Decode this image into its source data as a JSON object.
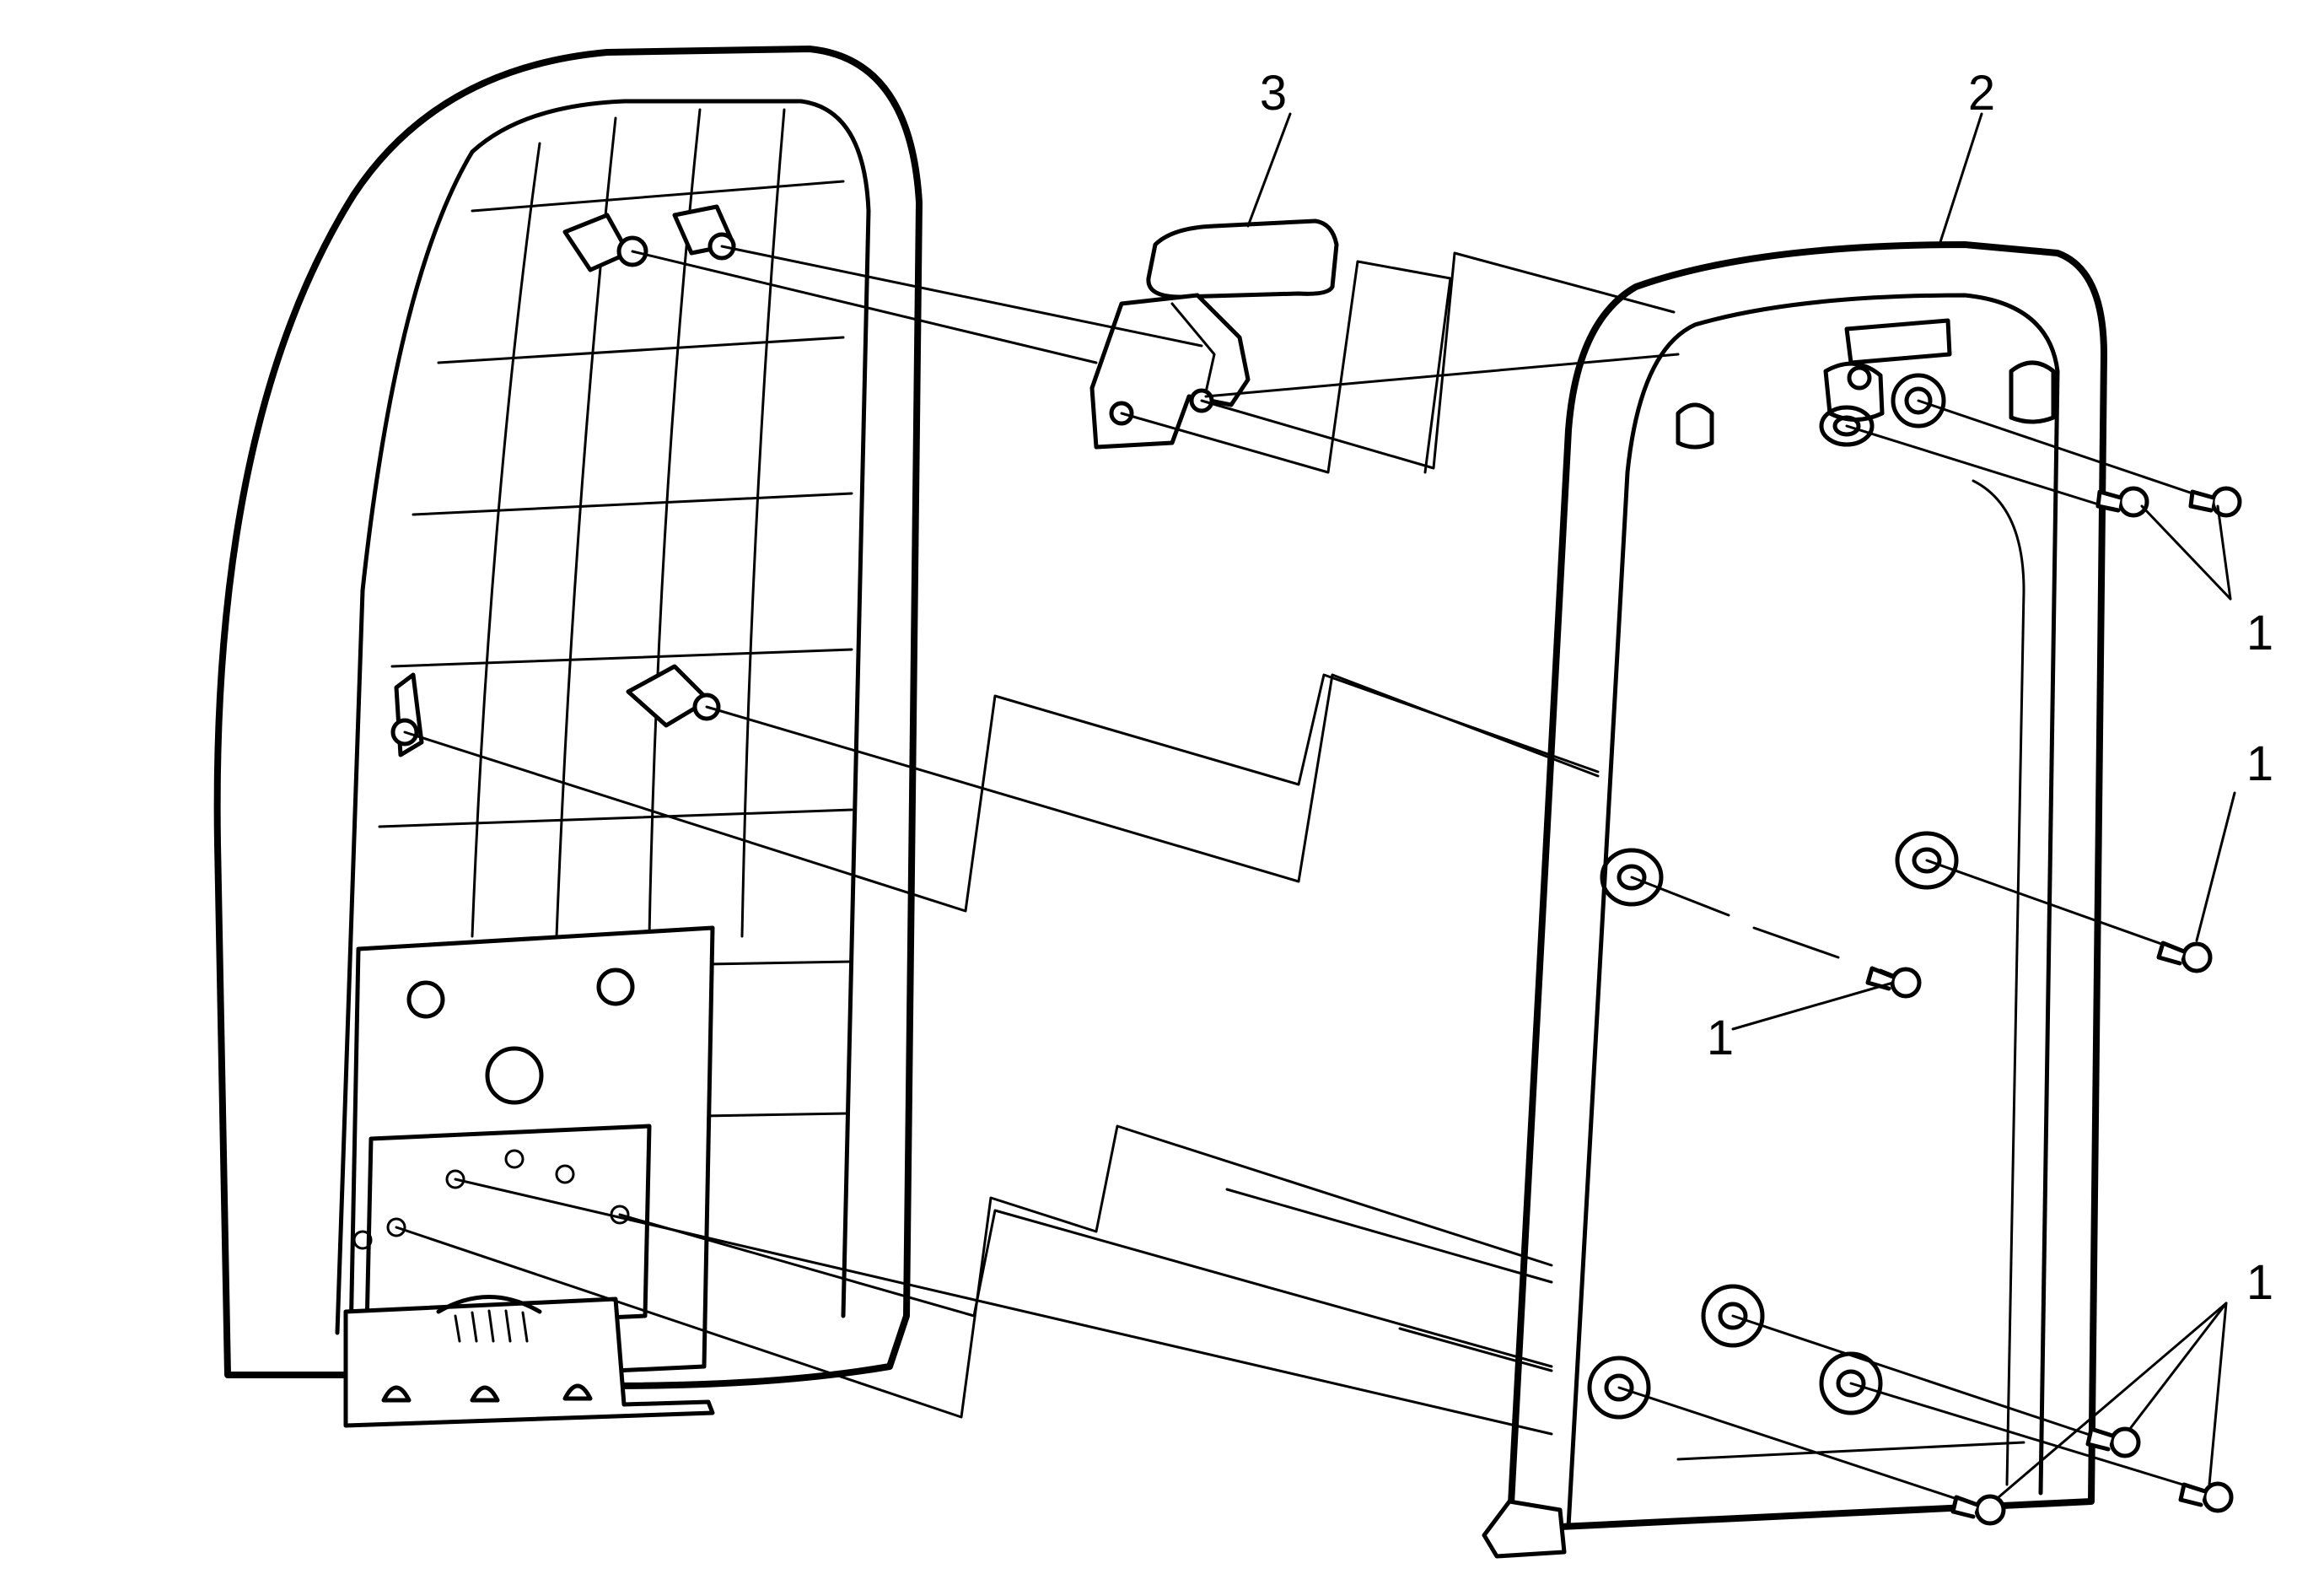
{
  "callouts": {
    "screws": "1",
    "back_cover": "2",
    "handle": "3"
  },
  "colors": {
    "ink": "#000000",
    "paper": "#ffffff"
  }
}
